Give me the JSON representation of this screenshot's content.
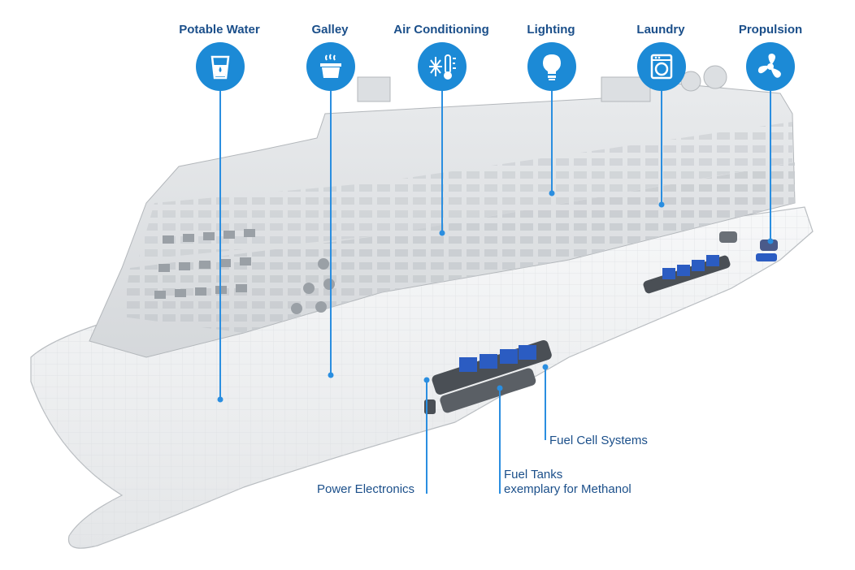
{
  "systems": {
    "potable_water": "Potable Water",
    "galley": "Galley",
    "air_conditioning": "Air Conditioning",
    "lighting": "Lighting",
    "laundry": "Laundry",
    "propulsion": "Propulsion"
  },
  "components": {
    "fuel_cell_systems": "Fuel Cell Systems",
    "fuel_tanks_line1": "Fuel Tanks",
    "fuel_tanks_line2": "exemplary for Methanol",
    "power_electronics": "Power Electronics"
  },
  "colors": {
    "icon_circle": "#1c8ad6",
    "label_text": "#1b4f8a",
    "leader_line": "#2a8ee0",
    "hull": "#f2f3f4",
    "fuel_cell_blue": "#2b5cc2"
  },
  "icons": [
    "water-glass-icon",
    "cooking-pot-icon",
    "thermometer-snowflake-icon",
    "light-bulb-icon",
    "washing-machine-icon",
    "propeller-icon"
  ]
}
